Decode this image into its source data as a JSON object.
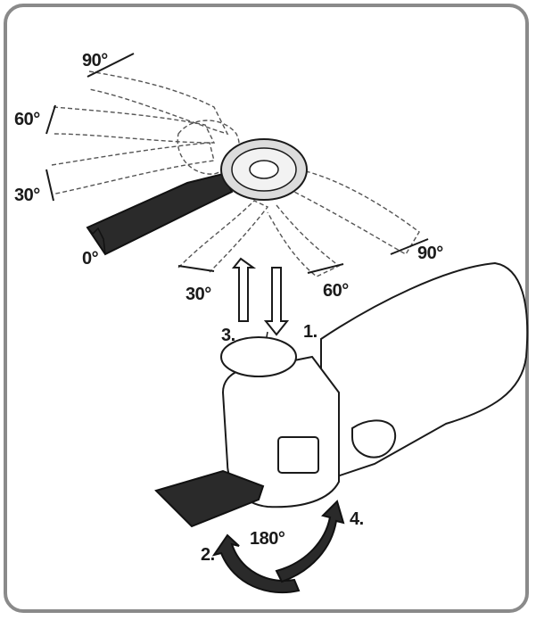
{
  "angle_labels": {
    "top_90": "90°",
    "left_60": "60°",
    "left_30": "30°",
    "bottom_0": "0°",
    "right_90": "90°",
    "lower_30": "30°",
    "lower_60": "60°",
    "rotate_180": "180°"
  },
  "step_labels": {
    "step_1": "1.",
    "step_2": "2.",
    "step_3": "3.",
    "step_4": "4."
  },
  "colors": {
    "frame": "#8a8a8a",
    "ink": "#1a1a1a",
    "blade": "#2a2a2a",
    "dashed": "#555555"
  }
}
